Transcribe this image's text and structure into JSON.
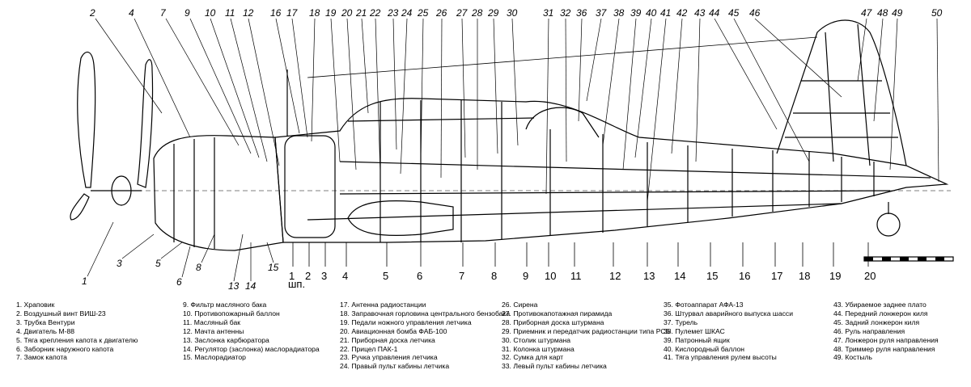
{
  "callouts_top": [
    "2",
    "4",
    "7",
    "9",
    "10",
    "11",
    "12",
    "16",
    "17",
    "18",
    "19",
    "20",
    "21",
    "22",
    "23",
    "24",
    "25",
    "26",
    "27",
    "28",
    "29",
    "30",
    "31",
    "32",
    "36",
    "37",
    "38",
    "39",
    "40",
    "41",
    "42",
    "43",
    "44",
    "45",
    "46",
    "47",
    "48",
    "49",
    "50"
  ],
  "callouts_bottom": [
    "1",
    "3",
    "5",
    "6",
    "8",
    "13",
    "14",
    "15"
  ],
  "frame_labels": [
    "1",
    "2",
    "3",
    "4",
    "5",
    "6",
    "7",
    "8",
    "9",
    "10",
    "11",
    "12",
    "13",
    "14",
    "15",
    "16",
    "17",
    "18",
    "19",
    "20"
  ],
  "frame_unit": "шп.",
  "legend": [
    [
      "1. Храповик",
      "2. Воздушный винт ВИШ-23",
      "3. Трубка Вентури",
      "4. Двигатель М-88",
      "5. Тяга крепления капота к двигателю",
      "6. Заборник наружного капота",
      "7. Замок капота"
    ],
    [
      "9. Фильтр масляного бака",
      "10. Противопожарный баллон",
      "11. Масляный бак",
      "12. Мачта антенны",
      "13. Заслонка карбюратора",
      "14. Регулятор (заслонка) маслорадиатора",
      "15. Маслорадиатор"
    ],
    [
      "17. Антенна радиостанции",
      "18. Заправочная горловина центрального бензобака",
      "19. Педали ножного управления летчика",
      "20. Авиационная бомба ФАБ-100",
      "21. Приборная доска летчика",
      "22. Прицел ПАК-1",
      "23. Ручка управления летчика",
      "24. Правый пульт кабины летчика"
    ],
    [
      "26. Сирена",
      "27. Противокапотажная пирамида",
      "28. Приборная доска штурмана",
      "29. Приемник и передатчик радиостанции типа РСБ",
      "30. Столик штурмана",
      "31. Колонка штурмана",
      "32. Сумка для карт",
      "33. Левый пульт кабины летчика"
    ],
    [
      "35. Фотоаппарат АФА-13",
      "36. Штурвал аварийного выпуска шасси",
      "37. Турель",
      "38. Пулемет ШКАС",
      "39. Патронный ящик",
      "40. Кислородный баллон",
      "41. Тяга управления рулем высоты"
    ],
    [
      "43. Убираемое заднее плато",
      "44. Передний лонжерон киля",
      "45. Задний лонжерон киля",
      "46. Руль направления",
      "47. Лонжерон руля направления",
      "48. Триммер руля направления",
      "49. Костыль"
    ]
  ]
}
